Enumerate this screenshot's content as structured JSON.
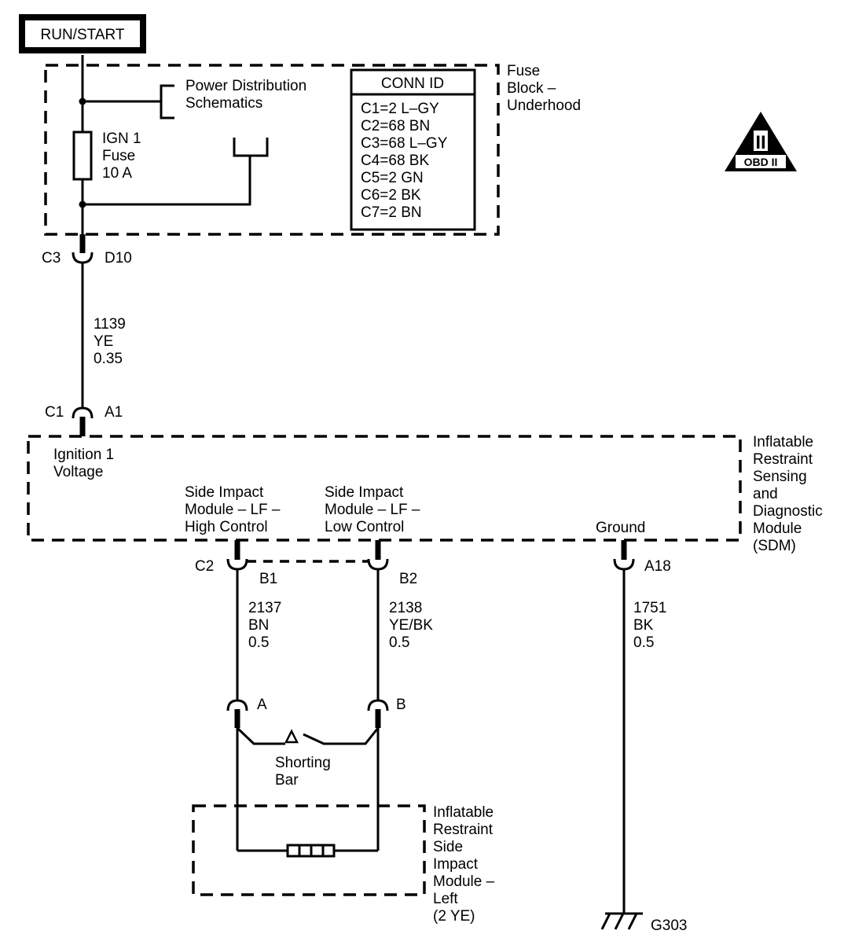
{
  "power_label": "RUN/START",
  "fuse_block": {
    "name_lines": [
      "Fuse",
      "Block –",
      "Underhood"
    ],
    "power_dist_lines": [
      "Power Distribution",
      "Schematics"
    ],
    "fuse_lines": [
      "IGN 1",
      "Fuse",
      "10 A"
    ],
    "conn_id": {
      "header": "CONN ID",
      "items": [
        "C1=2 L–GY",
        "C2=68 BN",
        "C3=68 L–GY",
        "C4=68 BK",
        "C5=2 GN",
        "C6=2 BK",
        "C7=2 BN"
      ]
    }
  },
  "obd_badge": {
    "numeral": "II",
    "label": "OBD II"
  },
  "connectors": {
    "c3": "C3",
    "d10": "D10",
    "c1": "C1",
    "a1": "A1",
    "c2": "C2",
    "b1": "B1",
    "b2": "B2",
    "a18": "A18",
    "a": "A",
    "b": "B"
  },
  "wires": {
    "w1139": [
      "1139",
      "YE",
      "0.35"
    ],
    "w2137": [
      "2137",
      "BN",
      "0.5"
    ],
    "w2138": [
      "2138",
      "YE/BK",
      "0.5"
    ],
    "w1751": [
      "1751",
      "BK",
      "0.5"
    ]
  },
  "sdm": {
    "name_lines": [
      "Inflatable",
      "Restraint",
      "Sensing",
      "and",
      "Diagnostic",
      "Module",
      "(SDM)"
    ],
    "ignition_lines": [
      "Ignition 1",
      "Voltage"
    ],
    "high_control_lines": [
      "Side Impact",
      "Module – LF –",
      "High Control"
    ],
    "low_control_lines": [
      "Side Impact",
      "Module – LF –",
      "Low Control"
    ],
    "ground_label": "Ground"
  },
  "shorting_bar_lines": [
    "Shorting",
    "Bar"
  ],
  "side_module_lines": [
    "Inflatable",
    "Restraint",
    "Side",
    "Impact",
    "Module –",
    "Left",
    "(2 YE)"
  ],
  "ground_point": "G303"
}
